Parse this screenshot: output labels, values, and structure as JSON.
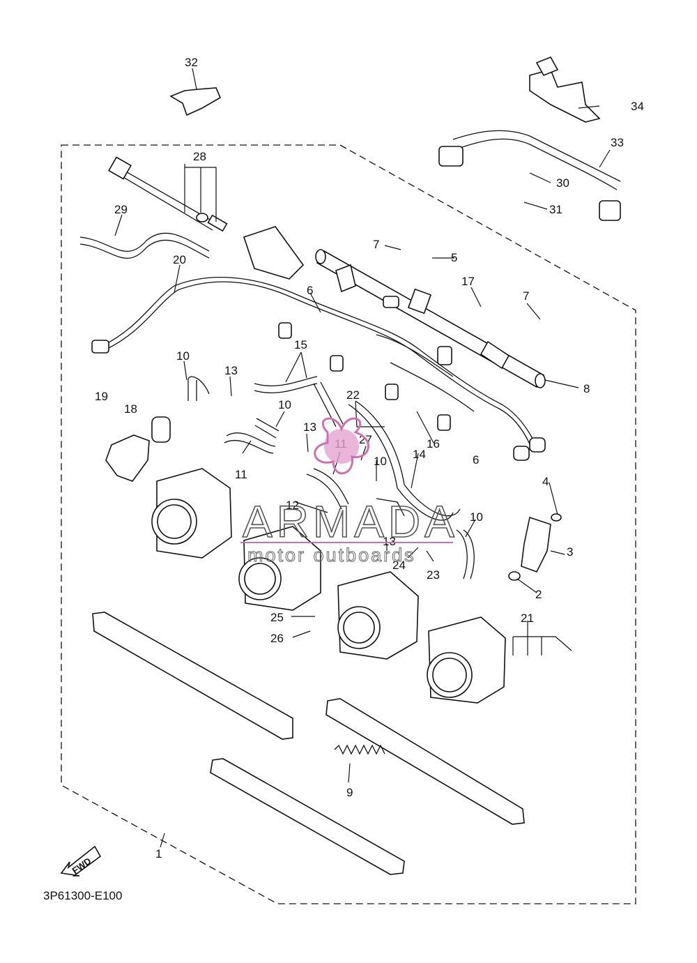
{
  "diagram_code": "3P61300-E100",
  "fwd_label": "FWD",
  "watermark": {
    "brand": "ARMADA",
    "tagline": "motor outboards",
    "color": "#d070b0"
  },
  "callouts": [
    {
      "id": "c1",
      "num": "1"
    },
    {
      "id": "c2",
      "num": "2"
    },
    {
      "id": "c3",
      "num": "3"
    },
    {
      "id": "c4",
      "num": "4"
    },
    {
      "id": "c5",
      "num": "5"
    },
    {
      "id": "c6a",
      "num": "6"
    },
    {
      "id": "c6b",
      "num": "6"
    },
    {
      "id": "c7a",
      "num": "7"
    },
    {
      "id": "c7b",
      "num": "7"
    },
    {
      "id": "c8",
      "num": "8"
    },
    {
      "id": "c9",
      "num": "9"
    },
    {
      "id": "c10a",
      "num": "10"
    },
    {
      "id": "c10b",
      "num": "10"
    },
    {
      "id": "c10c",
      "num": "10"
    },
    {
      "id": "c10d",
      "num": "10"
    },
    {
      "id": "c11a",
      "num": "11"
    },
    {
      "id": "c11b",
      "num": "11"
    },
    {
      "id": "c12",
      "num": "12"
    },
    {
      "id": "c13a",
      "num": "13"
    },
    {
      "id": "c13b",
      "num": "13"
    },
    {
      "id": "c13c",
      "num": "13"
    },
    {
      "id": "c14",
      "num": "14"
    },
    {
      "id": "c15",
      "num": "15"
    },
    {
      "id": "c16",
      "num": "16"
    },
    {
      "id": "c17",
      "num": "17"
    },
    {
      "id": "c18",
      "num": "18"
    },
    {
      "id": "c19",
      "num": "19"
    },
    {
      "id": "c20",
      "num": "20"
    },
    {
      "id": "c21",
      "num": "21"
    },
    {
      "id": "c22",
      "num": "22"
    },
    {
      "id": "c23",
      "num": "23"
    },
    {
      "id": "c24",
      "num": "24"
    },
    {
      "id": "c25",
      "num": "25"
    },
    {
      "id": "c26",
      "num": "26"
    },
    {
      "id": "c27",
      "num": "27"
    },
    {
      "id": "c28",
      "num": "28"
    },
    {
      "id": "c29",
      "num": "29"
    },
    {
      "id": "c30",
      "num": "30"
    },
    {
      "id": "c31",
      "num": "31"
    },
    {
      "id": "c32",
      "num": "32"
    },
    {
      "id": "c33",
      "num": "33"
    },
    {
      "id": "c34",
      "num": "34"
    }
  ]
}
